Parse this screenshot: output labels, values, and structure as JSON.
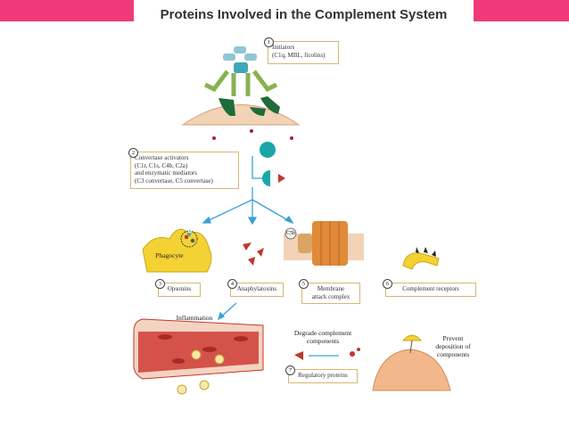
{
  "title": "Proteins Involved in the Complement System",
  "steps": [
    {
      "num": "1",
      "label": "Initiators",
      "detail": "(C1q, MBL, ficolins)"
    },
    {
      "num": "2",
      "label": "Convertase activators",
      "detail1": "(C1r, C1s, C4b, C2a)",
      "detail2": "and enzymatic mediators",
      "detail3": "(C3 convertase, C5 convertase)"
    },
    {
      "num": "3",
      "label": "Opsonins"
    },
    {
      "num": "4",
      "label": "Anaphylatoxins"
    },
    {
      "num": "5",
      "label": "Membrane",
      "label2": "attack complex"
    },
    {
      "num": "6",
      "label": "Complement receptors"
    },
    {
      "num": "7",
      "label": "Regulatory proteins"
    }
  ],
  "annotations": {
    "phagocyte": "Phagocyte",
    "inflammation": "Inflammation",
    "degrade1": "Degrade complement",
    "degrade2": "components",
    "prevent1": "Prevent",
    "prevent2": "deposition of",
    "prevent3": "components",
    "c5b": "C5b"
  },
  "colors": {
    "accent_bar": "#f0397a",
    "box_border": "#d6b775",
    "arrow": "#3aa0d8",
    "vessel": "#c0392b"
  }
}
